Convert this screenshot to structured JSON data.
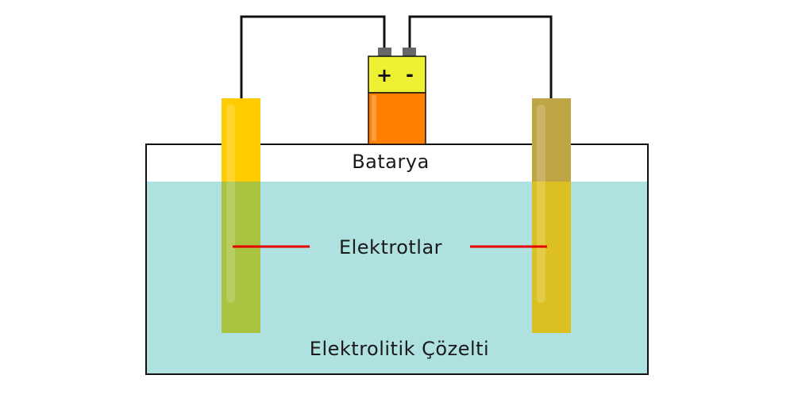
{
  "labels": {
    "battery": "Batarya",
    "electrodes": "Elektrotlar",
    "solution": "Elektrolitik Çözelti"
  },
  "battery": {
    "positive_symbol": "+",
    "negative_symbol": "-",
    "cap_color": "#eef033",
    "body_color": "#ff8000",
    "terminal_color": "#666666"
  },
  "electrodes": {
    "left": {
      "color_above": "#ffcc00",
      "color_submerged": "#a9c23f"
    },
    "right": {
      "color_above": "#bfa545",
      "color_submerged": "#dcc021"
    }
  },
  "solution_color": "#aee1e0",
  "wire_color": "#111111",
  "pointer_color": "#e60000"
}
